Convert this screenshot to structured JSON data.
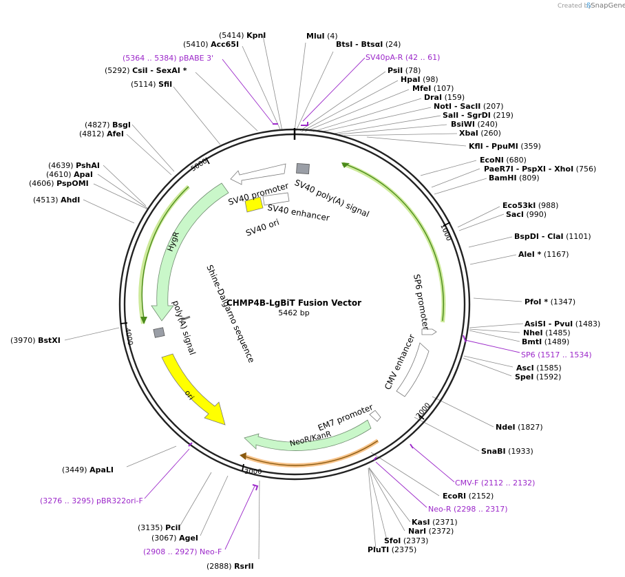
{
  "header": {
    "created_by": "Created by",
    "brand": "SnapGene"
  },
  "plasmid": {
    "name": "CHMP4B-LgBiT Fusion Vector",
    "length_label": "5462 bp",
    "total": 5462
  },
  "ticks": [
    "1000",
    "2000",
    "3000",
    "4000",
    "5000"
  ],
  "sites": [
    {
      "pos": "(4)",
      "parts": [
        "MluI"
      ]
    },
    {
      "pos": "(24)",
      "parts": [
        "BtsI",
        "BtsαI"
      ]
    },
    {
      "pos": "(78)",
      "parts": [
        "PsiI"
      ]
    },
    {
      "pos": "(98)",
      "parts": [
        "HpaI"
      ]
    },
    {
      "pos": "(107)",
      "parts": [
        "MfeI"
      ]
    },
    {
      "pos": "(159)",
      "parts": [
        "DraI"
      ]
    },
    {
      "pos": "(207)",
      "parts": [
        "NotI",
        "SacII"
      ]
    },
    {
      "pos": "(219)",
      "parts": [
        "SalI",
        "SgrDI"
      ]
    },
    {
      "pos": "(240)",
      "parts": [
        "BsiWI"
      ]
    },
    {
      "pos": "(260)",
      "parts": [
        "XbaI"
      ]
    },
    {
      "pos": "(359)",
      "parts": [
        "KflI",
        "PpuMI"
      ]
    },
    {
      "pos": "(680)",
      "parts": [
        "EcoNI"
      ]
    },
    {
      "pos": "(756)",
      "parts": [
        "PaeR7I",
        "PspXI",
        "XhoI"
      ]
    },
    {
      "pos": "(809)",
      "parts": [
        "BamHI"
      ]
    },
    {
      "pos": "(988)",
      "parts": [
        "Eco53kI"
      ]
    },
    {
      "pos": "(990)",
      "parts": [
        "SacI"
      ]
    },
    {
      "pos": "(1101)",
      "parts": [
        "BspDI",
        "ClaI"
      ]
    },
    {
      "pos": "(1167)",
      "parts": [
        "AleI *"
      ]
    },
    {
      "pos": "(1347)",
      "parts": [
        "PfoI *"
      ]
    },
    {
      "pos": "(1483)",
      "parts": [
        "AsiSI",
        "PvuI"
      ]
    },
    {
      "pos": "(1485)",
      "parts": [
        "NheI"
      ]
    },
    {
      "pos": "(1489)",
      "parts": [
        "BmtI"
      ]
    },
    {
      "pos": "(1585)",
      "parts": [
        "AscI"
      ]
    },
    {
      "pos": "(1592)",
      "parts": [
        "SpeI"
      ]
    },
    {
      "pos": "(1827)",
      "parts": [
        "NdeI"
      ]
    },
    {
      "pos": "(1933)",
      "parts": [
        "SnaBI"
      ]
    },
    {
      "pos": "(2152)",
      "parts": [
        "EcoRI"
      ]
    },
    {
      "pos": "(2371)",
      "parts": [
        "KasI"
      ]
    },
    {
      "pos": "(2372)",
      "parts": [
        "NarI"
      ]
    },
    {
      "pos": "(2373)",
      "parts": [
        "SfoI"
      ]
    },
    {
      "pos": "(2375)",
      "parts": [
        "PluTI"
      ]
    },
    {
      "pos": "(2888)",
      "parts": [
        "RsrII"
      ]
    },
    {
      "pos": "(3067)",
      "parts": [
        "AgeI"
      ]
    },
    {
      "pos": "(3135)",
      "parts": [
        "PciI"
      ]
    },
    {
      "pos": "(3449)",
      "parts": [
        "ApaLI"
      ]
    },
    {
      "pos": "(3970)",
      "parts": [
        "BstXI"
      ]
    },
    {
      "pos": "(4513)",
      "parts": [
        "AhdI"
      ]
    },
    {
      "pos": "(4606)",
      "parts": [
        "PspOMI"
      ]
    },
    {
      "pos": "(4610)",
      "parts": [
        "ApaI"
      ]
    },
    {
      "pos": "(4639)",
      "parts": [
        "PshAI"
      ]
    },
    {
      "pos": "(4812)",
      "parts": [
        "AfeI"
      ]
    },
    {
      "pos": "(4827)",
      "parts": [
        "BsgI"
      ]
    },
    {
      "pos": "(5114)",
      "parts": [
        "SfiI"
      ]
    },
    {
      "pos": "(5292)",
      "parts": [
        "CsiI",
        "SexAI *"
      ]
    },
    {
      "pos": "(5410)",
      "parts": [
        "Acc65I"
      ]
    },
    {
      "pos": "(5414)",
      "parts": [
        "KpnI"
      ]
    }
  ],
  "primers": [
    {
      "name": "SV40pA-R",
      "range": "(42 .. 61)"
    },
    {
      "name": "SP6",
      "range": "(1517 .. 1534)"
    },
    {
      "name": "CMV-F",
      "range": "(2112 .. 2132)"
    },
    {
      "name": "Neo-R",
      "range": "(2298 .. 2317)"
    },
    {
      "name": "Neo-F",
      "range": "(2908 .. 2927)"
    },
    {
      "name": "pBR322ori-F",
      "range": "(3276 .. 3295)"
    },
    {
      "name": "pBABE 3'",
      "range": "(5364 .. 5384)"
    }
  ],
  "features": {
    "sv40_polya": "SV40 poly(A) signal",
    "sv40_promoter": "SV40 promoter",
    "sv40_enhancer": "SV40 enhancer",
    "sv40_ori": "SV40 ori",
    "sp6_promoter": "SP6 promoter",
    "cmv_enhancer": "CMV enhancer",
    "em7_promoter": "EM7 promoter",
    "neor": "NeoR/KanR",
    "ori": "ori",
    "polya": "poly(A) signal",
    "shine": "Shine-Dalgarno sequence",
    "hygr": "HygR"
  },
  "colors": {
    "backbone": "#222222",
    "marker_green": "#b9f3b9",
    "marker_yellow": "#ffff00",
    "primer": "#9b27c9",
    "terminator": "#9a9ea6",
    "orange_glow": "#f7c38a",
    "green_glow": "#cdea9a"
  }
}
